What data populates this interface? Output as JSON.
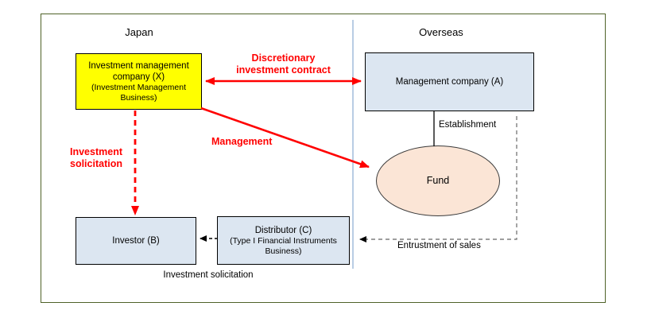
{
  "colors": {
    "accent_red": "#ff0000",
    "node_yellow": "#ffff00",
    "node_blue": "#dce6f1",
    "fund_peach": "#fbe5d6",
    "frame_olive": "#4f6228",
    "divider_blue": "#b9cde4",
    "dash_gray": "#7f7f7f"
  },
  "regions": {
    "left": "Japan",
    "right": "Overseas"
  },
  "nodes": {
    "investment_company": {
      "title": "Investment management company (X)",
      "subtitle": "(Investment Management Business)"
    },
    "management_company": {
      "title": "Management company (A)"
    },
    "investor": {
      "title": "Investor (B)"
    },
    "distributor": {
      "title": "Distributor (C)",
      "subtitle": "(Type I Financial Instruments Business)"
    },
    "fund": {
      "title": "Fund"
    }
  },
  "edges": {
    "discretionary_contract": {
      "label": "Discretionary\ninvestment contract"
    },
    "management": {
      "label": "Management"
    },
    "investment_solicitation_direct": {
      "label": "Investment\nsolicitation"
    },
    "establishment": {
      "label": "Establishment"
    },
    "entrustment_of_sales": {
      "label": "Entrustment of sales"
    },
    "investment_solicitation_distributor": {
      "label": "Investment solicitation"
    }
  }
}
